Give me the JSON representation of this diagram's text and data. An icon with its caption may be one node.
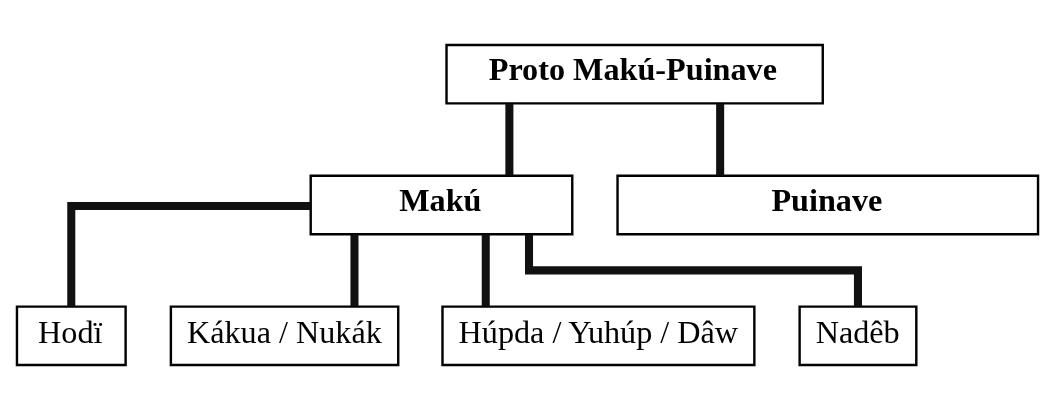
{
  "diagram": {
    "nodes": [
      {
        "text": [
          "Proto Makú-Puinave"
        ]
      },
      {
        "text": [
          "Makú"
        ]
      },
      {
        "text": [
          "Puinave"
        ]
      },
      {
        "text": [
          "Hodï"
        ]
      },
      {
        "text": [
          "Kákua / Nukák"
        ]
      },
      {
        "text": [
          "Húpda / Yuhúp / Dâw"
        ]
      },
      {
        "text": [
          "Nadêb"
        ]
      }
    ],
    "edges": [
      {
        "from": 0,
        "to": 1,
        "arrow": "none"
      },
      {
        "from": 0,
        "to": 2,
        "arrow": "none"
      },
      {
        "from": 1,
        "to": 3,
        "arrow": "none"
      },
      {
        "from": 1,
        "to": 4,
        "arrow": "none"
      },
      {
        "from": 1,
        "to": 5,
        "arrow": "none"
      },
      {
        "from": 1,
        "to": 6,
        "arrow": "none"
      }
    ]
  }
}
